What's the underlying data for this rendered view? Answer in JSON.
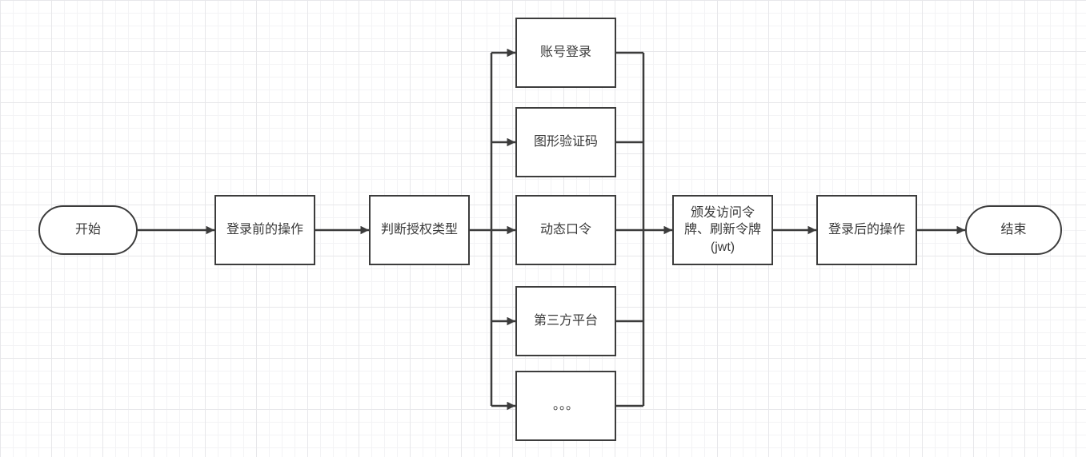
{
  "diagram": {
    "title": "login-authorization-flowchart",
    "colors": {
      "stroke": "#3c3c3c",
      "node_fill": "#ffffff",
      "text": "#3a3a3a",
      "grid_minor": "#f3f3f5",
      "grid_major": "#e7e7ea",
      "background": "#ffffff"
    },
    "nodes": {
      "start": {
        "label": "开始",
        "shape": "stadium"
      },
      "pre_login": {
        "label": "登录前的操作",
        "shape": "rect"
      },
      "auth_type": {
        "label": "判断授权类型",
        "shape": "rect"
      },
      "account": {
        "label": "账号登录",
        "shape": "rect"
      },
      "captcha": {
        "label": "图形验证码",
        "shape": "rect"
      },
      "otp": {
        "label": "动态口令",
        "shape": "rect"
      },
      "third_party": {
        "label": "第三方平台",
        "shape": "rect"
      },
      "ellipsis": {
        "label": "。。。",
        "shape": "rect"
      },
      "issue_token": {
        "label": "颁发访问令\n牌、刷新令牌\n(jwt)",
        "shape": "rect"
      },
      "post_login": {
        "label": "登录后的操作",
        "shape": "rect"
      },
      "end": {
        "label": "结束",
        "shape": "stadium"
      }
    },
    "edges": [
      "start -> pre_login",
      "pre_login -> auth_type",
      "auth_type -> account",
      "auth_type -> captcha",
      "auth_type -> otp",
      "auth_type -> third_party",
      "auth_type -> ellipsis",
      "account -> issue_token",
      "captcha -> issue_token",
      "otp -> issue_token",
      "third_party -> issue_token",
      "ellipsis -> issue_token",
      "issue_token -> post_login",
      "post_login -> end"
    ]
  }
}
